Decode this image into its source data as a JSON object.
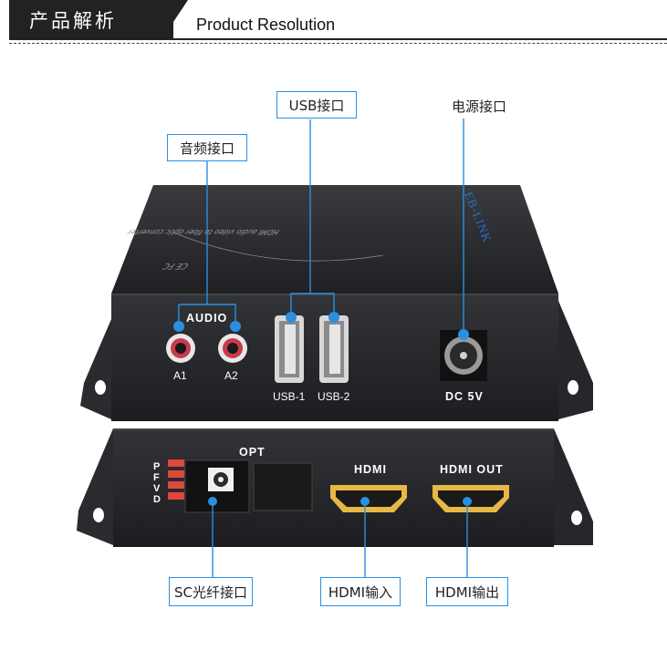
{
  "header": {
    "title_cn": "产品解析",
    "title_en": "Product Resolution"
  },
  "callouts": {
    "audio_port": "音频接口",
    "usb_port": "USB接口",
    "power_port": "电源接口",
    "sc_fiber_port": "SC光纤接口",
    "hdmi_input": "HDMI输入",
    "hdmi_output": "HDMI输出"
  },
  "device_labels": {
    "audio": "AUDIO",
    "a1": "A1",
    "a2": "A2",
    "usb1": "USB-1",
    "usb2": "USB-2",
    "dc": "DC 5V",
    "opt": "OPT",
    "hdmi": "HDMI",
    "hdmi_out": "HDMI OUT",
    "leds": "P F V D",
    "brand": "EB-LINK",
    "model_text": "HDMI audio video to fiber optic converter",
    "cert": "CE FC"
  },
  "colors": {
    "accent": "#2b8fe0",
    "chassis": "#2a2b2e",
    "led": "#e0473c"
  }
}
